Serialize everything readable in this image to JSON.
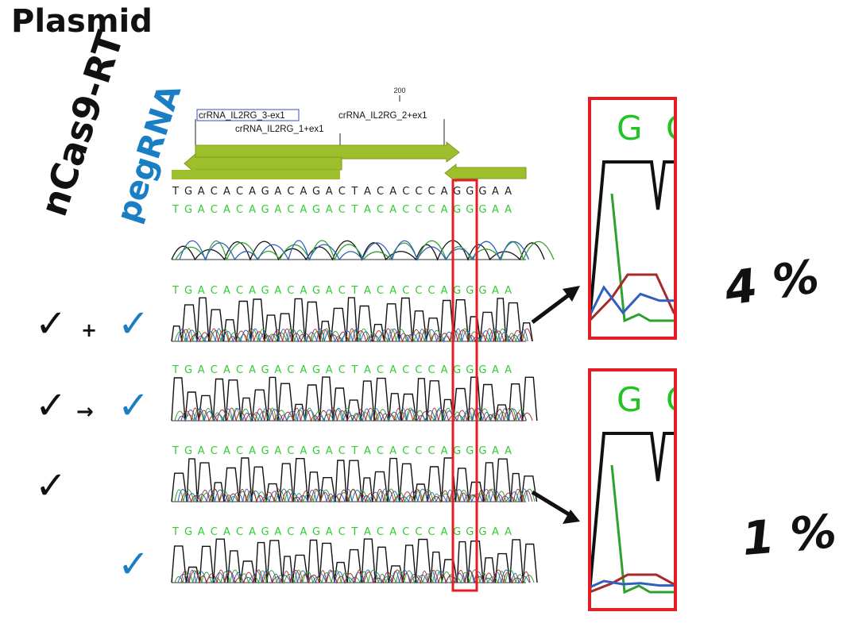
{
  "title": "Plasmid",
  "column_labels": {
    "ncas": "nCas9-RT",
    "peg": "pegRNA"
  },
  "ruler_tick": "200",
  "features": [
    {
      "label": "crRNA_IL2RG_3-ex1",
      "direction": "reverse"
    },
    {
      "label": "crRNA_IL2RG_1+ex1",
      "direction": "forward"
    },
    {
      "label": "crRNA_IL2RG_2+ex1",
      "direction": "forward"
    }
  ],
  "sequence": "TGACACAGACAGACTACACCCAGGGAA",
  "rows": [
    {
      "ncas9_rt": "✓",
      "connector": "+",
      "pegrna": "✓"
    },
    {
      "ncas9_rt": "✓",
      "connector": "→",
      "pegrna": "✓"
    },
    {
      "ncas9_rt": "✓",
      "connector": "",
      "pegrna": ""
    },
    {
      "ncas9_rt": "",
      "connector": "",
      "pegrna": "✓"
    }
  ],
  "insets": [
    {
      "letters": [
        "G",
        "G"
      ],
      "percent": "4 %"
    },
    {
      "letters": [
        "G",
        "G"
      ],
      "percent": "1 %"
    }
  ],
  "colors": {
    "highlight": "#e41e26",
    "check_black": "#111111",
    "check_blue": "#1a7ec4",
    "feature_fill": "#9dbf2c",
    "trace_black": "#111111",
    "trace_green": "#2fa12f",
    "trace_blue": "#2f5fbf",
    "trace_red": "#a52a2a"
  }
}
